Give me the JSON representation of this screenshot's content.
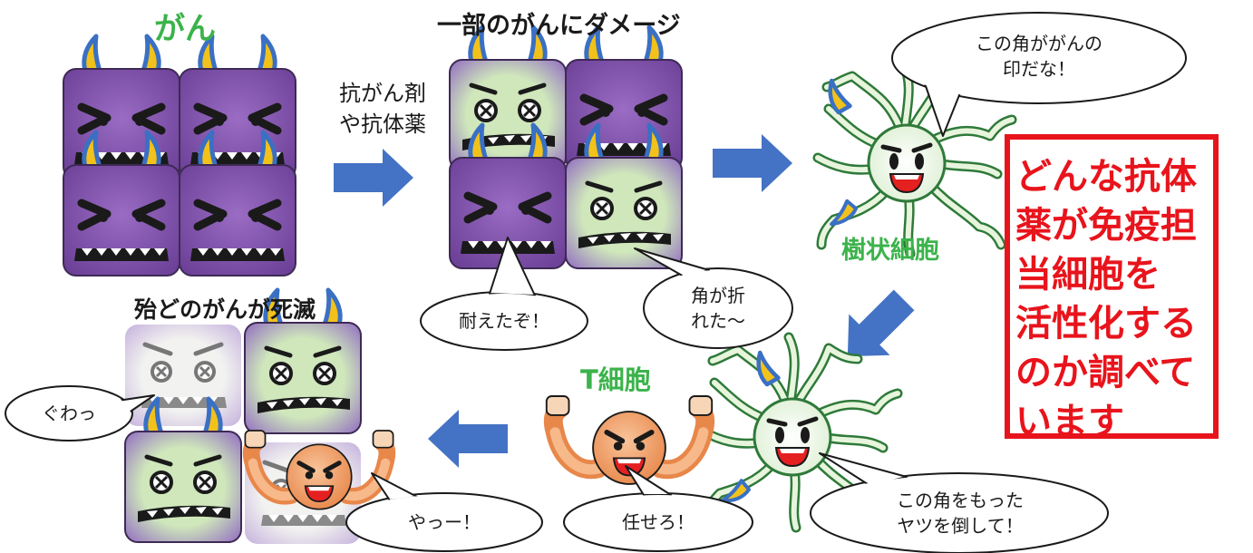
{
  "labels": {
    "cancer": "がん",
    "partial_damage": "一部のがんにダメージ",
    "drugs": "抗がん剤\nや抗体薬",
    "dendritic": "樹状細胞",
    "tcell": "T細胞",
    "most_dead": "殆どのがんが死滅"
  },
  "bubbles": {
    "dendritic_thought": "この角ががんの\n印だな！",
    "endured": "耐えたぞ！",
    "horn_broken": "角が折\nれた〜",
    "defeat_them": "この角をもった\nヤツを倒して！",
    "leave_it": "任せろ！",
    "gwah": "ぐわっ",
    "yay": "やっー！"
  },
  "callout": "どんな抗体\n薬が免疫担\n当細胞を\n活性化する\nのか調べて\nいます",
  "colors": {
    "cancer_purple": "#7b4fa6",
    "damaged_green": "#c9e4b4",
    "horn_yellow": "#f2c21b",
    "horn_blue": "#3a70c4",
    "arrow_blue": "#4472c4",
    "label_green": "#3bb34a",
    "callout_red": "#e8141c",
    "tcell_orange": "#f1a063"
  }
}
